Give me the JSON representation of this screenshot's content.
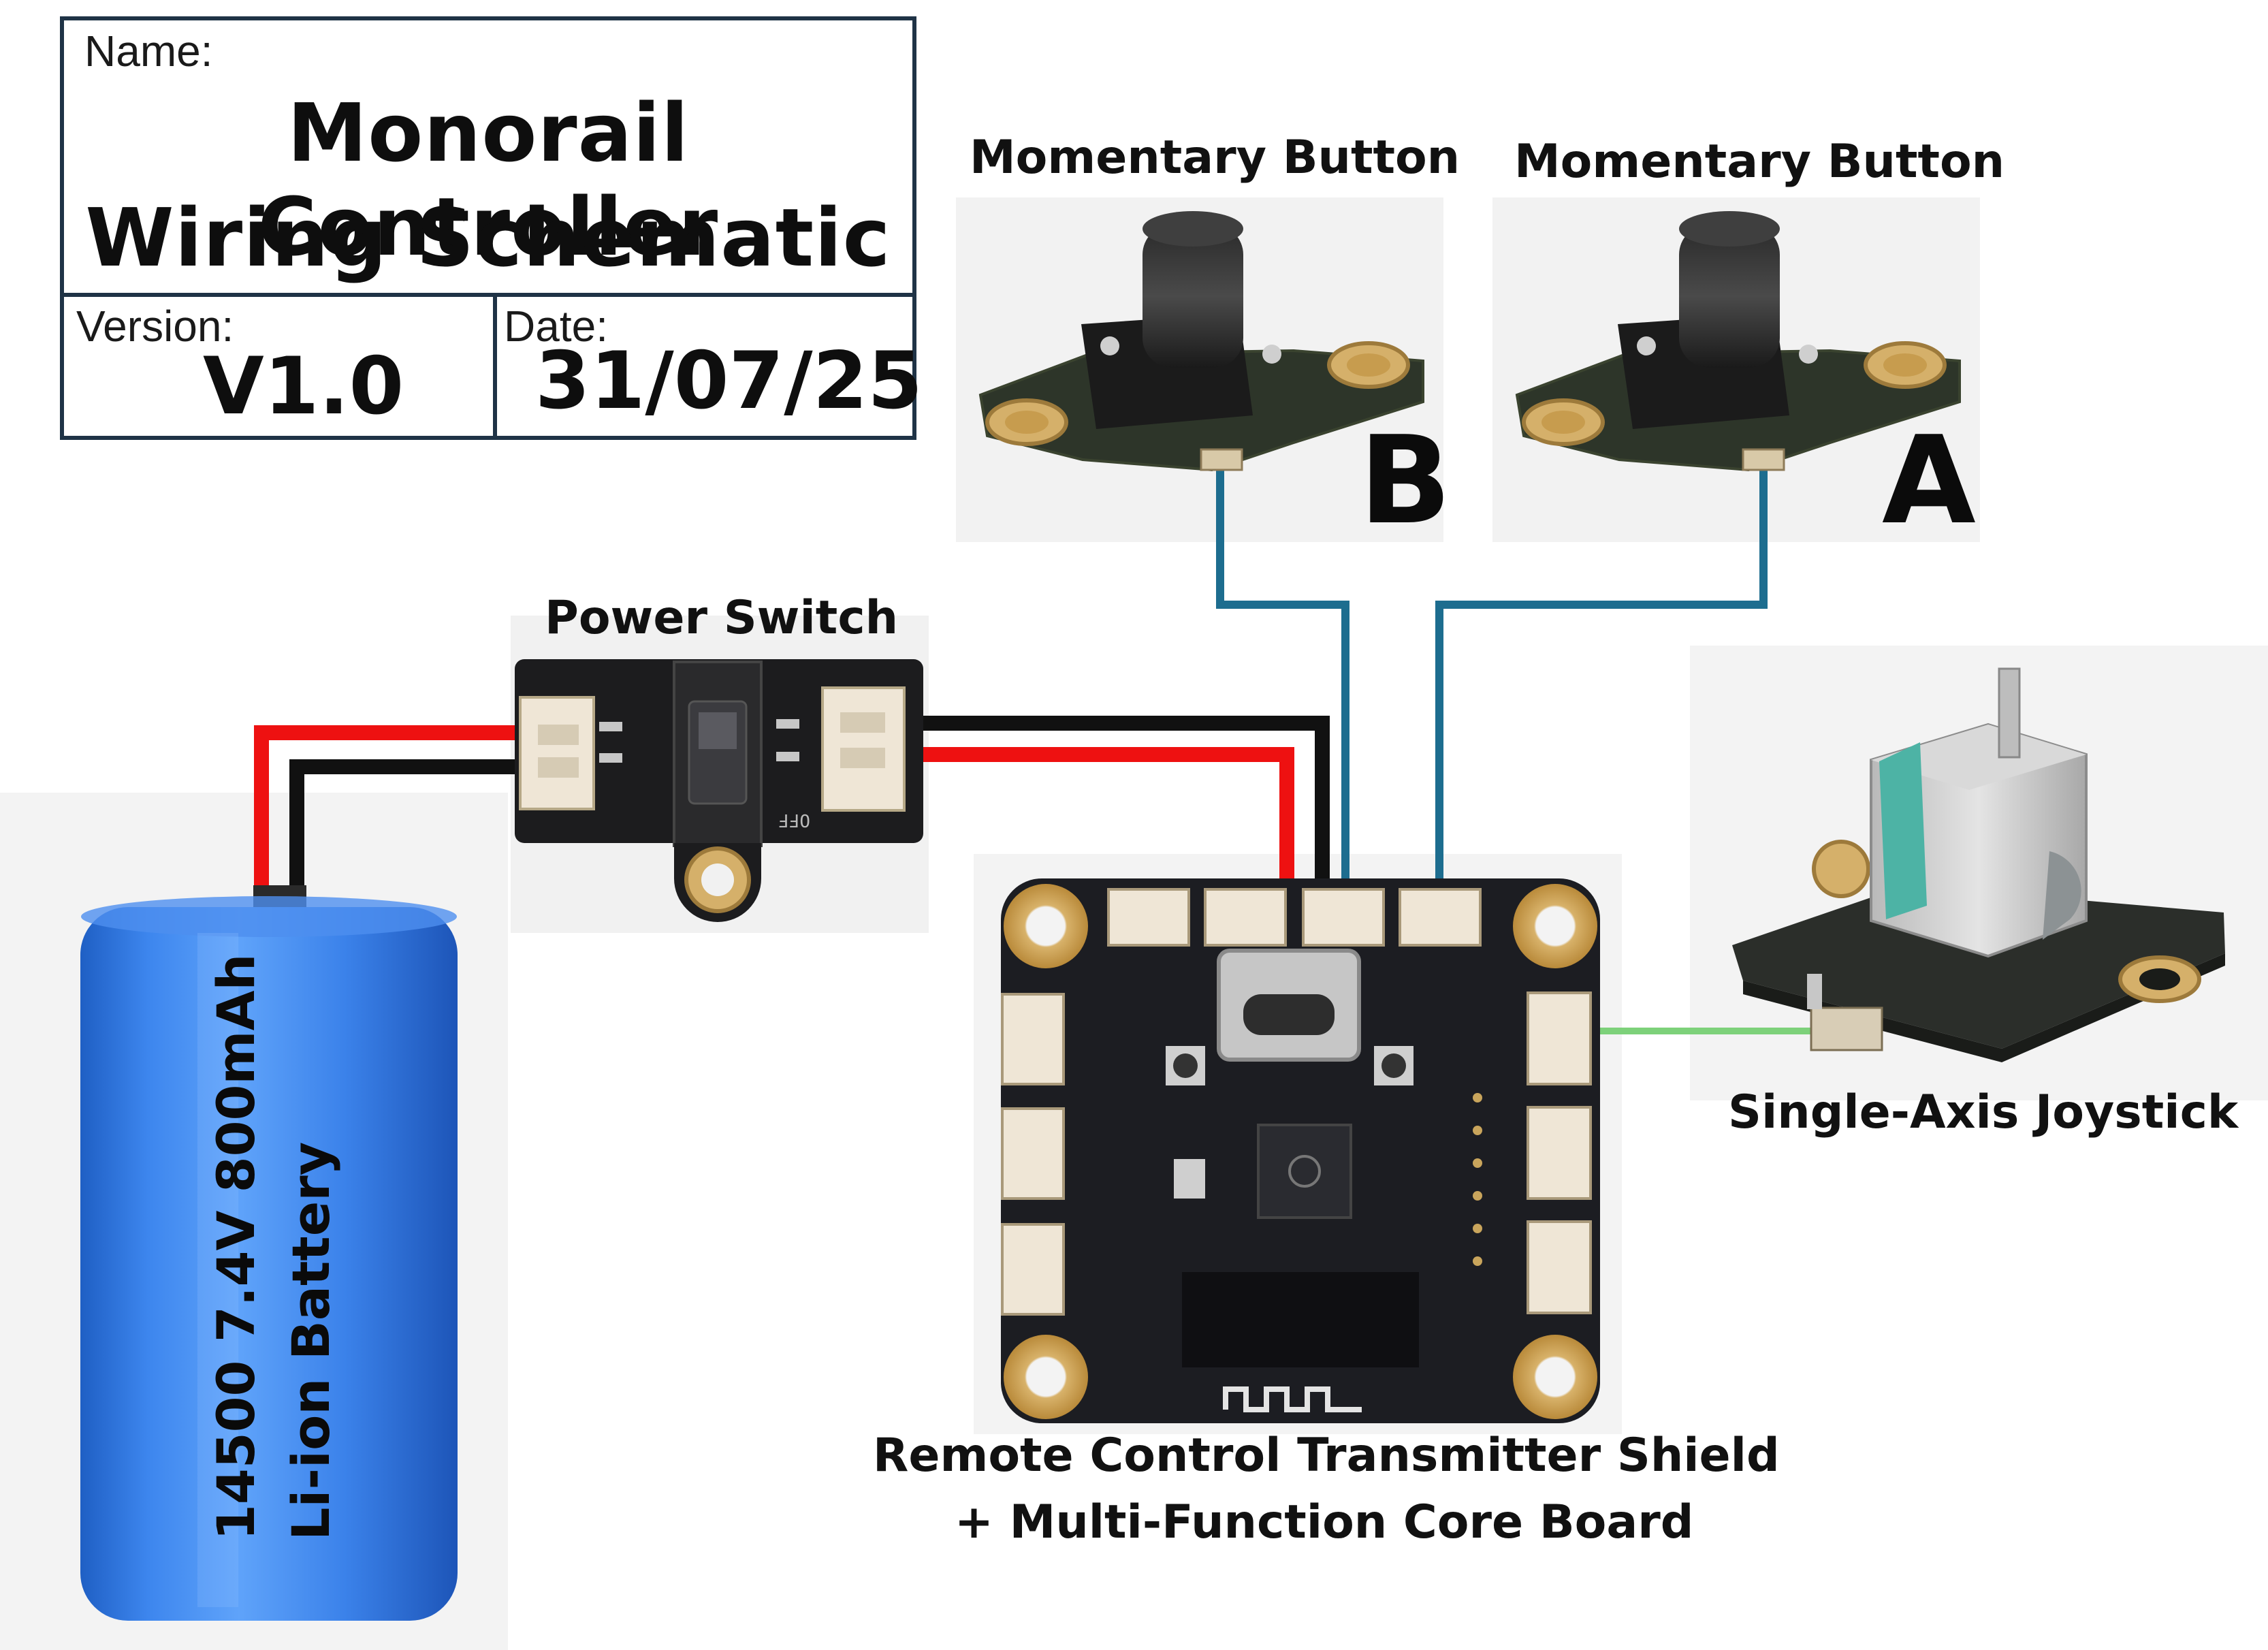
{
  "title_block": {
    "name_label": "Name:",
    "title_line1": "Monorail Controller",
    "title_line2": "Wiring Schematic",
    "version_label": "Version:",
    "version_value": "V1.0",
    "date_label": "Date:",
    "date_value": "31/07/25"
  },
  "components": {
    "button_b": {
      "label": "Momentary Button",
      "letter": "B"
    },
    "button_a": {
      "label": "Momentary Button",
      "letter": "A"
    },
    "power_switch": {
      "label": "Power Switch",
      "silk_off": "OFF"
    },
    "battery": {
      "line1": "14500 7.4V 800mAh",
      "line2": "Li-ion Battery"
    },
    "joystick": {
      "label": "Single-Axis Joystick"
    },
    "core_board": {
      "line1": "Remote Control Transmitter Shield",
      "line2": "+ Multi-Function Core Board"
    }
  },
  "wire_colors": {
    "positive": "#ee1111",
    "negative": "#111111",
    "signal_buttons": "#1d6d8f",
    "signal_joystick": "#7dd17a"
  }
}
